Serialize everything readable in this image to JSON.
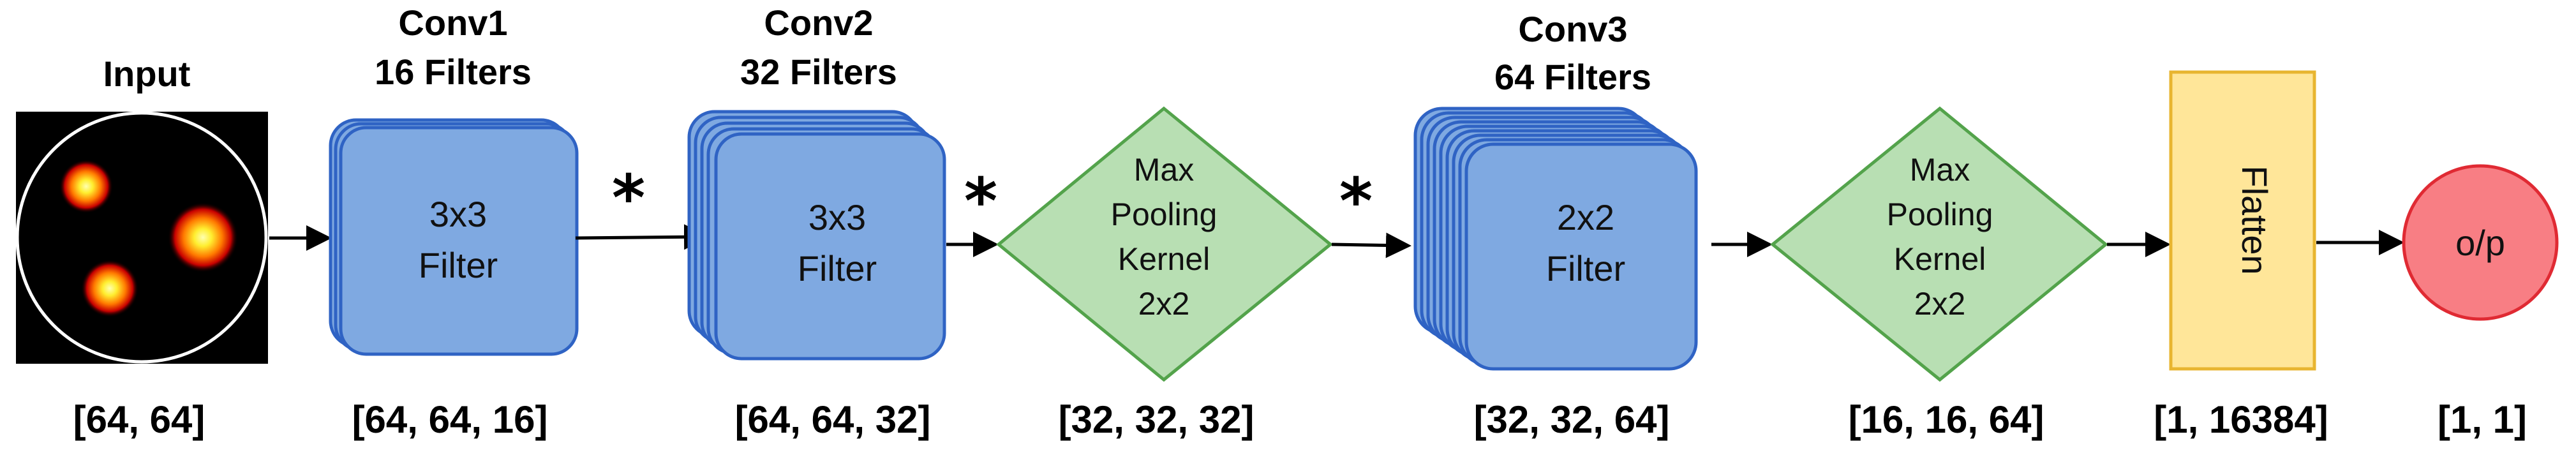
{
  "input": {
    "title": "Input",
    "dims": "[64, 64]"
  },
  "conv1": {
    "title_line1": "Conv1",
    "title_line2": "16 Filters",
    "kernel_line1": "3x3",
    "kernel_line2": "Filter",
    "dims": "[64, 64, 16]"
  },
  "conv2": {
    "title_line1": "Conv2",
    "title_line2": "32 Filters",
    "kernel_line1": "3x3",
    "kernel_line2": "Filter",
    "dims": "[64, 64, 32]"
  },
  "pool1": {
    "line1": "Max",
    "line2": "Pooling",
    "line3": "Kernel",
    "line4": "2x2",
    "dims": "[32, 32, 32]"
  },
  "conv3": {
    "title_line1": "Conv3",
    "title_line2": "64 Filters",
    "kernel_line1": "2x2",
    "kernel_line2": "Filter",
    "dims": "[32, 32, 64]"
  },
  "pool2": {
    "line1": "Max",
    "line2": "Pooling",
    "line3": "Kernel",
    "line4": "2x2",
    "dims": "[16, 16, 64]"
  },
  "flatten": {
    "label": "Flatten",
    "dims": "[1, 16384]"
  },
  "output": {
    "label": "o/p",
    "dims": "[1, 1]"
  },
  "activation_symbol": "*",
  "colors": {
    "layer_fill": "#7fa9e1",
    "layer_stroke": "#2f63c4",
    "pool_fill": "#b8dfb3",
    "pool_stroke": "#53a34b",
    "flatten_fill": "#ffe699",
    "flatten_stroke": "#e8b530",
    "output_fill": "#f87e84",
    "output_stroke": "#e02a33"
  }
}
